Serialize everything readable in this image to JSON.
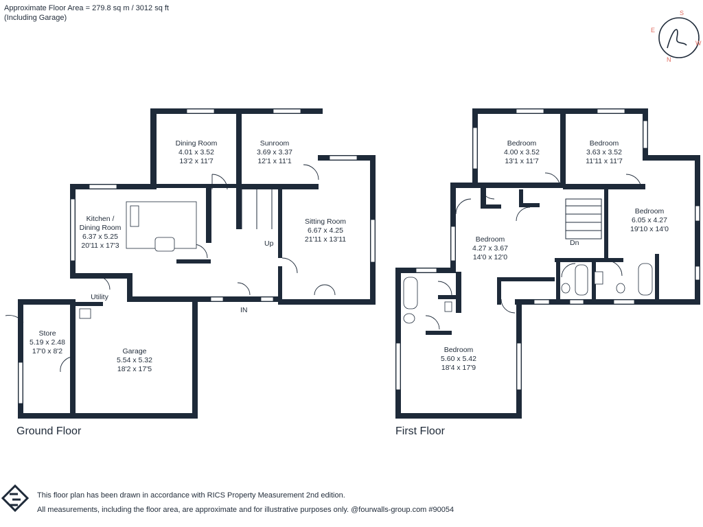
{
  "header": {
    "area_line": "Approximate Floor Area = 279.8 sq m / 3012 sq ft",
    "garage_note": "(Including Garage)"
  },
  "compass": {
    "n": "N",
    "s": "S",
    "e": "E",
    "w": "W",
    "logo_letter": "h"
  },
  "floors": {
    "ground": {
      "title": "Ground Floor"
    },
    "first": {
      "title": "First Floor"
    }
  },
  "rooms": {
    "dining": {
      "name": "Dining Room",
      "metric": "4.01 x 3.52",
      "imperial": "13'2 x 11'7"
    },
    "sunroom": {
      "name": "Sunroom",
      "metric": "3.69 x 3.37",
      "imperial": "12'1 x 11'1"
    },
    "kitchen": {
      "name1": "Kitchen /",
      "name2": "Dining Room",
      "metric": "6.37 x 5.25",
      "imperial": "20'11 x 17'3"
    },
    "sitting": {
      "name": "Sitting Room",
      "metric": "6.67 x 4.25",
      "imperial": "21'11 x 13'11"
    },
    "utility": {
      "name": "Utility"
    },
    "store": {
      "name": "Store",
      "metric": "5.19 x 2.48",
      "imperial": "17'0 x 8'2"
    },
    "garage": {
      "name": "Garage",
      "metric": "5.54 x 5.32",
      "imperial": "18'2 x 17'5"
    },
    "bed1": {
      "name": "Bedroom",
      "metric": "4.00 x 3.52",
      "imperial": "13'1 x 11'7"
    },
    "bed2": {
      "name": "Bedroom",
      "metric": "3.63 x 3.52",
      "imperial": "11'11 x 11'7"
    },
    "bed3": {
      "name": "Bedroom",
      "metric": "6.05 x 4.27",
      "imperial": "19'10 x 14'0"
    },
    "bed4": {
      "name": "Bedroom",
      "metric": "4.27 x 3.67",
      "imperial": "14'0 x 12'0"
    },
    "bed5": {
      "name": "Bedroom",
      "metric": "5.60 x 5.42",
      "imperial": "18'4 x 17'9"
    }
  },
  "labels": {
    "up": "Up",
    "dn": "Dn",
    "in": "IN"
  },
  "footer": {
    "line1": "This floor plan has been drawn in accordance with RICS Property Measurement 2nd edition.",
    "line2": "All measurements, including the floor area, are approximate and for illustrative purposes only. @fourwalls-group.com #90054"
  }
}
